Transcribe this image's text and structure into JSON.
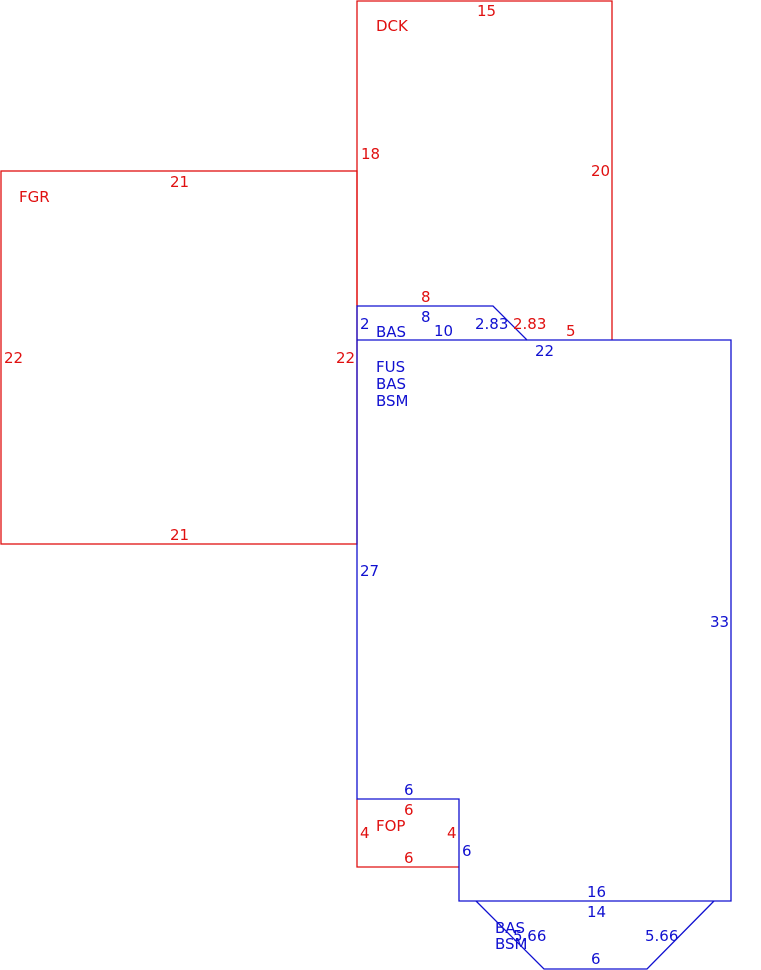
{
  "colors": {
    "red": "#e01010",
    "blue": "#1010d0"
  },
  "areas": {
    "dck": "DCK",
    "fgr": "FGR",
    "bas_top": "BAS",
    "main": [
      "FUS",
      "BAS",
      "BSM"
    ],
    "fop": "FOP",
    "bay": [
      "BAS",
      "BSM"
    ]
  },
  "dims": {
    "dck_top": "15",
    "dck_left": "18",
    "dck_right": "20",
    "dck_inner": "8",
    "dck_diag": "2.83",
    "dck_short": "5",
    "fgr_top": "21",
    "fgr_bottom": "21",
    "fgr_left": "22",
    "fgr_right": "22",
    "bas_left": "2",
    "bas_top": "8",
    "bas_bottom": "10",
    "bas_diag": "2.83",
    "main_top": "22",
    "main_left": "27",
    "main_right": "33",
    "main_bottom": "16",
    "fop_top_blue": "6",
    "fop_top_red": "6",
    "fop_left": "4",
    "fop_right": "4",
    "fop_bottom": "6",
    "notch_right": "6",
    "bay_top": "14",
    "bay_left_diag": "5.66",
    "bay_right_diag": "5.66",
    "bay_bottom": "6"
  }
}
